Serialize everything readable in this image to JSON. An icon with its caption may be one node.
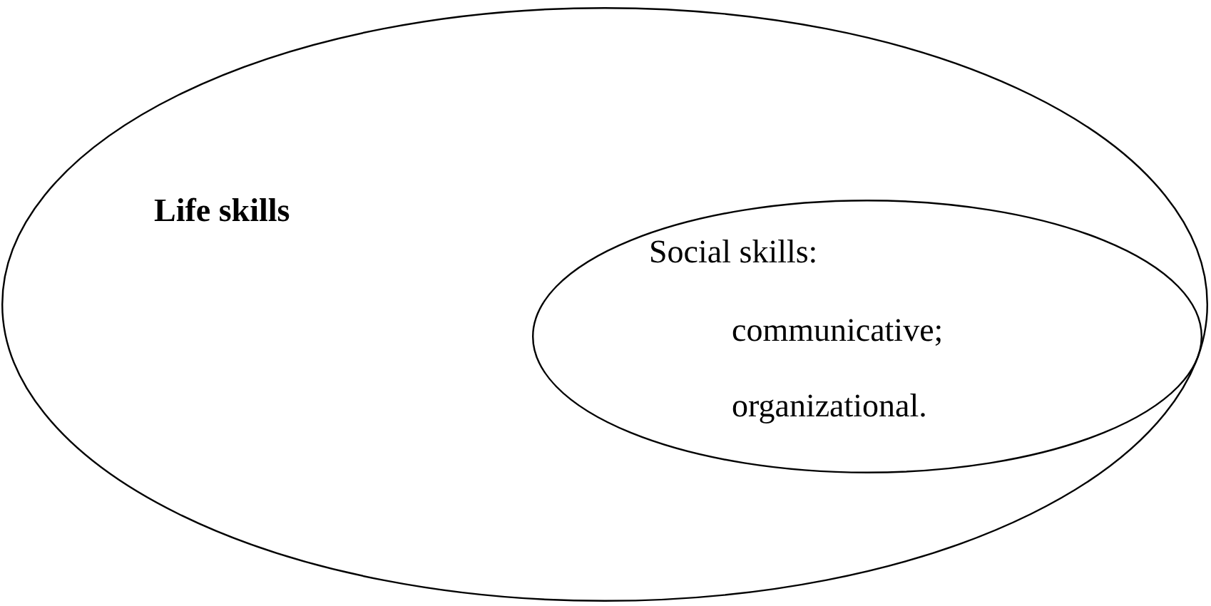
{
  "diagram": {
    "nodes": [
      {
        "text": [
          "Life skills"
        ]
      },
      {
        "text": [
          "Social skills:",
          "communicative;",
          "organizational."
        ],
        "in": 0
      }
    ]
  }
}
